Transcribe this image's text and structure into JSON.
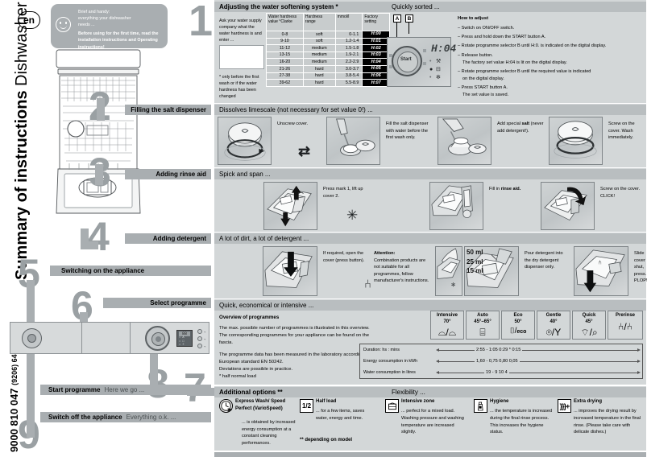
{
  "meta": {
    "lang_badge": "en",
    "doc_title_bold": "Summary of instructions",
    "doc_title_light": "Dishwasher",
    "doc_code": "9000 810 047",
    "doc_code_small": "(9206) 640 EG"
  },
  "bubble": {
    "line1": "Brief and handy:",
    "line2": "everything your dishwasher",
    "line3": "needs ...",
    "bold1": "Before using for the first time,",
    "bold2": "read the installation instructions",
    "bold3": "and Operating instructions!",
    "icon": "smiley-face-icon"
  },
  "steps": [
    {
      "num": "1",
      "title": "Adjusting the water softening system *",
      "subtitle": "Quickly sorted ..."
    },
    {
      "num": "2",
      "title": "Filling the salt dispenser",
      "subtitle": "Dissolves limescale (not necessary for set value 0!) ..."
    },
    {
      "num": "3",
      "title": "Adding rinse aid",
      "subtitle": "Spick and span ..."
    },
    {
      "num": "4",
      "title": "Adding detergent",
      "subtitle": "A lot of dirt, a lot of detergent ..."
    },
    {
      "num": "5",
      "title": "Switching on the appliance",
      "subtitle": ""
    },
    {
      "num": "6",
      "title": "Select programme",
      "subtitle": "Quick, economical or intensive ..."
    },
    {
      "num": "7",
      "title": "Additional options **",
      "subtitle": "Flexibility ..."
    },
    {
      "num": "8",
      "title": "Start programme",
      "subtitle": "Here we go ..."
    },
    {
      "num": "9",
      "title": "Switch off the appliance",
      "subtitle": "Everything o.k. ..."
    }
  ],
  "step1": {
    "intro": "Ask  your water supply company what the water hardness is and enter ...",
    "footnote": "* only before the first wash or if the water hardness has been changed",
    "table": {
      "headers": [
        "Water hardness value °Clarke",
        "Hardness range",
        "mmol/l",
        "Factory setting"
      ],
      "rows": [
        {
          "value": "0-8",
          "range": "soft",
          "mmol": "0-1.1",
          "display": "H:00"
        },
        {
          "value": "9-10",
          "range": "soft",
          "mmol": "1.2-1.4",
          "display": "H:01"
        },
        {
          "value": "11-12",
          "range": "medium",
          "mmol": "1.5-1.8",
          "display": "H:02"
        },
        {
          "value": "13-15",
          "range": "medium",
          "mmol": "1.9-2.1",
          "display": "H:03"
        },
        {
          "value": "16-20",
          "range": "medium",
          "mmol": "2.2-2.9",
          "display": "H:04"
        },
        {
          "value": "21-26",
          "range": "hard",
          "mmol": "3.0-3.7",
          "display": "H:05"
        },
        {
          "value": "27-38",
          "range": "hard",
          "mmol": "3.8-5.4",
          "display": "H:06"
        },
        {
          "value": "39-62",
          "range": "hard",
          "mmol": "5.5-8.9",
          "display": "H:07"
        }
      ]
    },
    "panel": {
      "label_a": "A",
      "label_b": "B",
      "display_value": "H:04",
      "start_button": "Start"
    },
    "howto": {
      "heading": "How to adjust",
      "items": [
        "– Switch on ON/OFF switch.",
        "– Press and hold down the START button A.",
        "– Rotate programme selector B until H:0. is indicated on the digital display.",
        "– Release button.\n  The factory set value H:04 is lit on the digital display.",
        "– Rotate programme selector B until the required value is indicated\n  on the digital display.",
        "– Press START button A.\n  The set value is saved."
      ]
    }
  },
  "step2": {
    "captions": [
      {
        "text": "Unscrew cover.",
        "icon": "unscrew-cap-icon"
      },
      {
        "text": "Fill the salt dispenser with water before the first wash only.",
        "icon": "water-fill-icon"
      },
      {
        "text_plain": "Add special ",
        "text_bold": "salt",
        "text_tail": " (never add detergent!).",
        "icon": "salt-pour-icon"
      },
      {
        "text": "Screw on the cover. Wash immediately.",
        "icon": "screw-cap-icon"
      }
    ],
    "symbol": "salt-symbol"
  },
  "step3": {
    "captions": [
      {
        "text": "Press mark 1, lift up cover 2.",
        "icon": "press-cover-icon"
      },
      {
        "text_plain": "Fill in ",
        "text_bold": "rinse aid.",
        "icon": "rinse-aid-fill-icon"
      },
      {
        "text": "Screw on the cover. CLICK!",
        "icon": "close-cover-icon"
      }
    ],
    "symbol": "rinse-aid-star-symbol"
  },
  "step4": {
    "captions": [
      {
        "text": "If required, open the cover (press button).",
        "icon": "open-detergent-cover-icon"
      },
      {
        "heading": "Attention:",
        "text": "Combination products are not suitable for all programmes, follow manufacturer's instructions.",
        "icon": "detergent-warning-icon"
      },
      {
        "text": "Pour detergent into the dry detergent dispenser only.",
        "icon": "pour-detergent-icon",
        "scale": [
          "50 ml",
          "25 ml",
          "15 ml"
        ]
      },
      {
        "text": "Slide cover shut, press. PLOP!",
        "icon": "slide-cover-icon"
      }
    ]
  },
  "step6": {
    "heading": "Overview of programmes",
    "para1": "The max. possible number of programmes is illustrated in this overview.\nThe corresponding programmes for your appliance can be found on the fascia.",
    "para2": "The programme data has been measured in the laboratory according to European standard EN 50242.\nDeviations are possible in practice.\n* half normal load",
    "programmes": [
      {
        "name": "Intensive",
        "temp": "70°",
        "glyph": "intensive-pots-icon"
      },
      {
        "name": "Auto",
        "temp": "45°–65°",
        "glyph": "auto-icon"
      },
      {
        "name": "Eco",
        "temp": "50°",
        "glyph": "eco-icon"
      },
      {
        "name": "Gentle",
        "temp": "40°",
        "glyph": "gentle-glass-icon"
      },
      {
        "name": "Quick",
        "temp": "45°",
        "glyph": "quick-icon"
      },
      {
        "name": "Prerinse",
        "temp": "",
        "glyph": "prerinse-icon"
      }
    ],
    "consumption": {
      "rows": [
        {
          "label": "Duration: hs : mins",
          "values": "2:55 - 1:05 0:29 * 0:15"
        },
        {
          "label": "Energy consumption in kWh",
          "values": "1,60 - 0,75 0,80 0,05"
        },
        {
          "label": "Water consumption in litres",
          "values": "19 - 9 10 4"
        }
      ]
    }
  },
  "step7": {
    "footnote": "** depending on model",
    "options": [
      {
        "title": "Express Wash/ Speed Perfect (VarioSpeed)",
        "body": "... is obtained by increased energy consumption at a constant cleaning performances.",
        "icon": "speed-clock-icon",
        "glyph": "⏱"
      },
      {
        "title": "Half load",
        "body": "... for a few items, saves water, energy and time.",
        "icon": "half-load-icon",
        "glyph": "1/2"
      },
      {
        "title": "Intensive zone",
        "body": "... perfect for a mixed load. Washing pressure and washing temperature are increased slightly.",
        "icon": "intensive-zone-icon",
        "glyph": "▣"
      },
      {
        "title": "Hygiene",
        "body": "... the temperature is increased during the final rinse process. This increases the hygiene status.",
        "icon": "hygiene-bottle-icon",
        "glyph": "🜂"
      },
      {
        "title": "Extra drying",
        "body": "... improves the drying result by increased temperature in the final rinse. (Please take care with delicate dishes.)",
        "icon": "extra-drying-icon",
        "glyph": "}}}+"
      }
    ]
  }
}
